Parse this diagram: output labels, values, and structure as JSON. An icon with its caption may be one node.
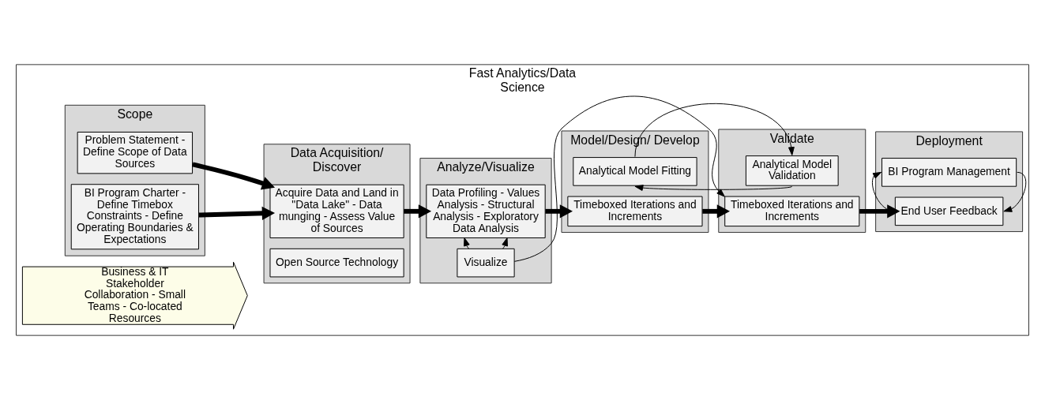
{
  "diagram": {
    "nodes": [
      {
        "text": [
          "Fast Analytics/Data Science"
        ]
      },
      {
        "text": [
          "Scope"
        ],
        "in": 0
      },
      {
        "text": [
          "Data Acquisition/ Discover"
        ],
        "in": 0
      },
      {
        "text": [
          "Analyze/Visualize"
        ],
        "in": 0
      },
      {
        "text": [
          "Model/Design/ Develop"
        ],
        "in": 0
      },
      {
        "text": [
          "Validate"
        ],
        "in": 0
      },
      {
        "text": [
          "Deployment"
        ],
        "in": 0
      },
      {
        "text": [
          "Problem Statement - Define Scope of Data Sources"
        ],
        "in": 1
      },
      {
        "text": [
          "BI Program Charter - Define Timebox Constraints - Define Operating Boundaries & Expectations"
        ],
        "in": 1
      },
      {
        "text": [
          "Acquire Data and Land in \"Data Lake\" - Data munging - Assess Value of Sources"
        ],
        "in": 2
      },
      {
        "text": [
          "Open Source Technology"
        ],
        "in": 2
      },
      {
        "text": [
          "Data Profiling - Values Analysis - Structural Analysis - Exploratory Data Analysis"
        ],
        "in": 3
      },
      {
        "text": [
          "Visualize"
        ],
        "in": 3
      },
      {
        "text": [
          "Analytical Model Fitting"
        ],
        "in": 4
      },
      {
        "text": [
          "Timeboxed Iterations and Increments"
        ],
        "in": 4
      },
      {
        "text": [
          "Analytical Model Validation"
        ],
        "in": 5
      },
      {
        "text": [
          "Timeboxed Iterations and Increments"
        ],
        "in": 5
      },
      {
        "text": [
          "BI Program Management"
        ],
        "in": 6
      },
      {
        "text": [
          "End User Feedback"
        ],
        "in": 6
      },
      {
        "text": [
          "Business & IT Stakeholder Collaboration - Small Teams - Co-located Resources"
        ],
        "in": 0
      }
    ],
    "edges": [
      {
        "from": 7,
        "to": 9,
        "arrow": "to",
        "style": "thick"
      },
      {
        "from": 8,
        "to": 9,
        "arrow": "to",
        "style": "thick"
      },
      {
        "from": 9,
        "to": 11,
        "arrow": "to",
        "style": "thick"
      },
      {
        "from": 11,
        "to": 14,
        "arrow": "to",
        "style": "thick"
      },
      {
        "from": 14,
        "to": 16,
        "arrow": "to",
        "style": "thick"
      },
      {
        "from": 16,
        "to": 18,
        "arrow": "to",
        "style": "thick"
      },
      {
        "from": 12,
        "to": 11,
        "arrow": "to"
      },
      {
        "from": 12,
        "to": 11,
        "arrow": "to"
      },
      {
        "from": 13,
        "to": 15,
        "arrow": "to"
      },
      {
        "from": 15,
        "to": 13,
        "arrow": "to"
      },
      {
        "from": 12,
        "to": 16,
        "arrow": "to"
      },
      {
        "from": 18,
        "to": 17,
        "arrow": "to"
      },
      {
        "from": 17,
        "to": 18,
        "arrow": "to"
      }
    ]
  }
}
